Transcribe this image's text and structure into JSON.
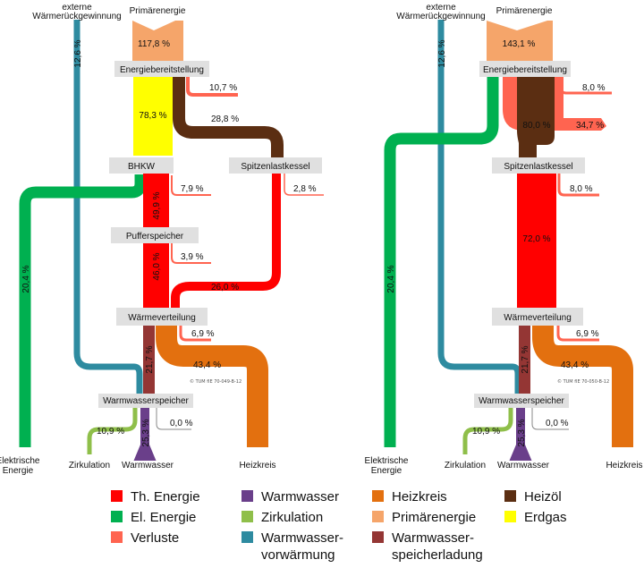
{
  "colors": {
    "thermal": "#ff0000",
    "electric": "#00b050",
    "losses": "#ff6450",
    "warmwater": "#6a3f8a",
    "circulation": "#8fbf4a",
    "ww_preheat": "#2e8ba0",
    "heating_circuit": "#e3700f",
    "primary": "#f5a56a",
    "storage_charge": "#943634",
    "heating_oil": "#5b2e12",
    "natural_gas": "#ffff00",
    "box": "#e0e0e0"
  },
  "left": {
    "primary_label": "Primärenergie",
    "primary_value": "117,8 %",
    "external_label_1": "externe",
    "external_label_2": "Wärmerückgewinnung",
    "external_value": "12,6 %",
    "box_supply": "Energiebereitstellung",
    "loss_supply": "10,7 %",
    "gas_value": "78,3 %",
    "oil_value": "28,8 %",
    "box_chp": "BHKW",
    "box_peak": "Spitzenlastkessel",
    "loss_chp": "7,9 %",
    "loss_peak": "2,8 %",
    "chp_heat": "49,9 %",
    "box_buffer": "Pufferspeicher",
    "loss_buffer": "3,9 %",
    "buffer_out": "46,0 %",
    "peak_out": "26,0 %",
    "el_value": "20,4 %",
    "box_distribution": "Wärmeverteilung",
    "loss_distribution": "6,9 %",
    "charge_value": "21,7 %",
    "heating_value": "43,4 %",
    "code": "© TUM fIE 70-049-B-12",
    "box_ww": "Warmwasserspeicher",
    "circ_value": "10,9 %",
    "ww_value": "25,3 %",
    "ww_loss": "0,0 %",
    "el_label_1": "Elektrische",
    "el_label_2": "Energie",
    "circ_label": "Zirkulation",
    "ww_label": "Warmwasser",
    "heating_label": "Heizkreis"
  },
  "right": {
    "primary_label": "Primärenergie",
    "primary_value": "143,1 %",
    "external_label_1": "externe",
    "external_label_2": "Wärmerückgewinnung",
    "external_value": "12,6 %",
    "box_supply": "Energiebereitstellung",
    "loss_supply": "8,0 %",
    "oil_value": "80,0 %",
    "loss_extra": "34,7 %",
    "box_peak": "Spitzenlastkessel",
    "loss_peak": "8,0 %",
    "peak_out": "72,0 %",
    "el_value": "20,4 %",
    "box_distribution": "Wärmeverteilung",
    "loss_distribution": "6,9 %",
    "charge_value": "21,7 %",
    "heating_value": "43,4 %",
    "code": "© TUM fIE 70-050-B-12",
    "box_ww": "Warmwasserspeicher",
    "circ_value": "10,9 %",
    "ww_value": "25,3 %",
    "ww_loss": "0,0 %",
    "el_label_1": "Elektrische",
    "el_label_2": "Energie",
    "circ_label": "Zirkulation",
    "ww_label": "Warmwasser",
    "heating_label": "Heizkreis"
  },
  "legend": {
    "thermal": "Th. Energie",
    "electric": "El. Energie",
    "losses": "Verluste",
    "warmwater": "Warmwasser",
    "circulation": "Zirkulation",
    "ww_preheat_1": "Warmwasser-",
    "ww_preheat_2": "vorwärmung",
    "heating_circuit": "Heizkreis",
    "primary": "Primärenergie",
    "storage_charge_1": "Warmwasser-",
    "storage_charge_2": "speicherladung",
    "heating_oil": "Heizöl",
    "natural_gas": "Erdgas"
  }
}
